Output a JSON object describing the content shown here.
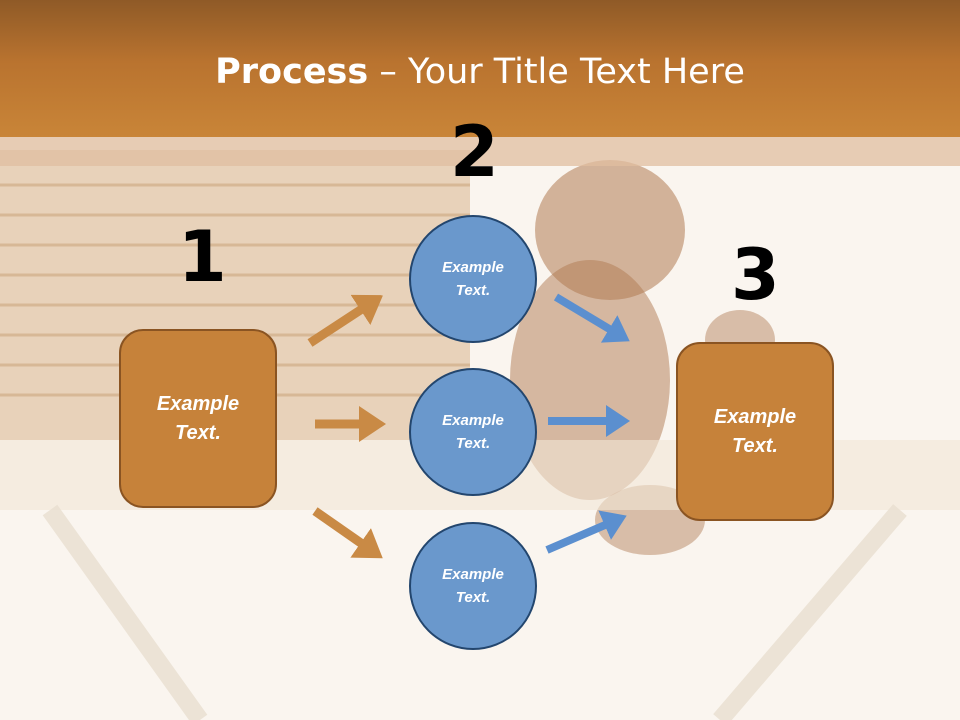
{
  "title": {
    "bold": "Process",
    "rest": " – Your Title Text Here"
  },
  "steps": {
    "one": "1",
    "two": "2",
    "three": "3"
  },
  "left_box": {
    "line1": "Example",
    "line2": "Text."
  },
  "circles": [
    {
      "line1": "Example",
      "line2": "Text."
    },
    {
      "line1": "Example",
      "line2": "Text."
    },
    {
      "line1": "Example",
      "line2": "Text."
    }
  ],
  "right_box": {
    "line1": "Example",
    "line2": "Text."
  },
  "colors": {
    "header": "#b9732f",
    "box": "#c6823a",
    "circle": "#6a98cc",
    "orange_arrow": "#c98a45",
    "blue_arrow": "#5b8fcf"
  }
}
